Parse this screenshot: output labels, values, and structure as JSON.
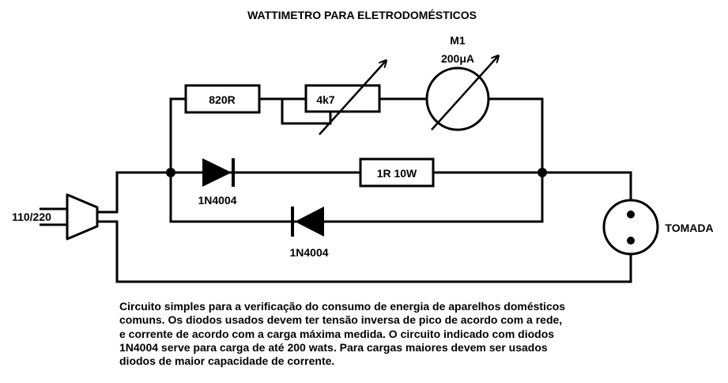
{
  "title": "WATTIMETRO PARA ELETRODOMÉSTICOS",
  "components": {
    "resistor_fixed": "820R",
    "potentiometer": "4k7",
    "meter_ref": "M1",
    "meter_range": "200μA",
    "shunt_resistor": "1R 10W",
    "diode_top": "1N4004",
    "diode_bottom": "1N4004",
    "plug_voltage": "110/220",
    "outlet": "TOMADA"
  },
  "caption": [
    "Circuito simples para a verificação do consumo de energia de aparelhos domésticos",
    "comuns. Os diodos usados devem ter tensão inversa de pico de acordo com a rede,",
    "e corrente de acordo com a carga máxima medida. O circuito indicado com diodos",
    "1N4004 serve para carga de até 200 wats. Para cargas maiores devem ser usados",
    "diodos de maior capacidade de corrente."
  ]
}
